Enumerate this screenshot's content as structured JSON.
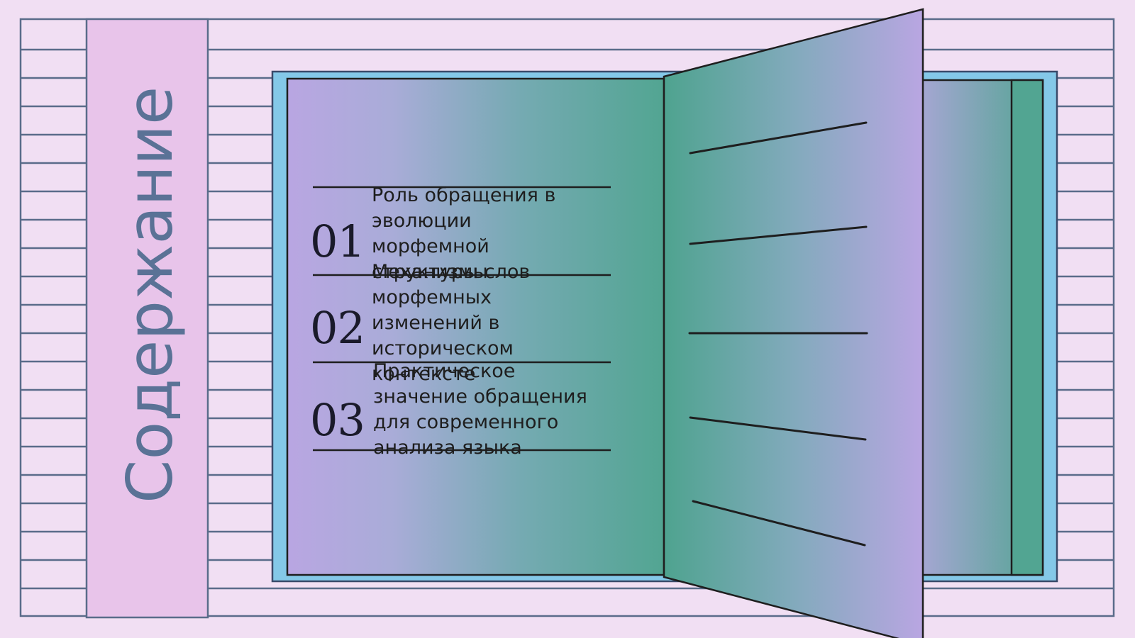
{
  "slide": {
    "title": "Содержание",
    "items": [
      {
        "number": "01",
        "text": "Роль обращения в эволюции морфемной структуры слов"
      },
      {
        "number": "02",
        "text": "Механизмы морфемных изменений в историческом контексте"
      },
      {
        "number": "03",
        "text": "Практическое значение обращения для современного анализа языка"
      }
    ]
  },
  "colors": {
    "background": "#f1dff3",
    "sidebar": "#e8c4ea",
    "stroke": "#5a6c8a",
    "title": "#5a7296",
    "cover": "#84c8e8",
    "page_purple": "#b9a6e2",
    "page_teal": "#52a592"
  }
}
